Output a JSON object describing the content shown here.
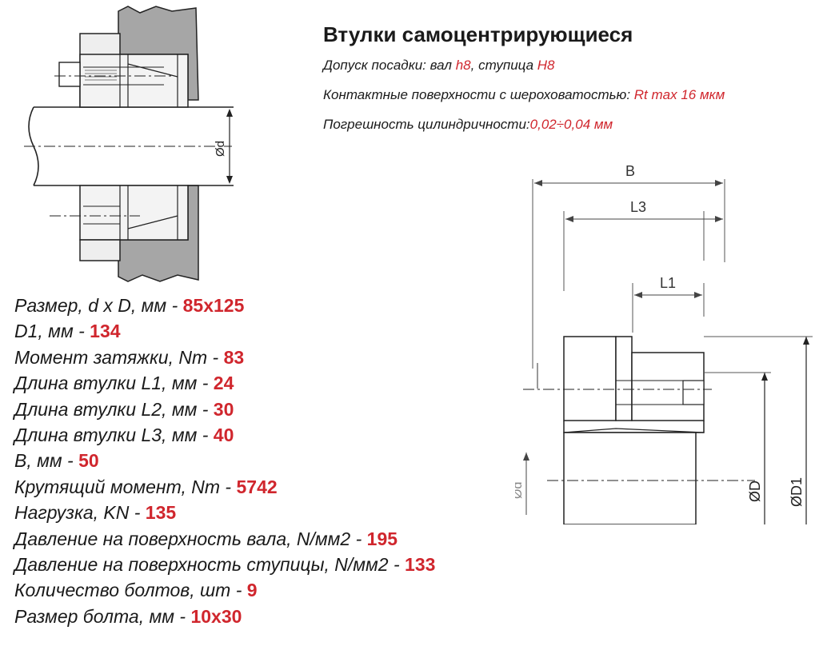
{
  "header": {
    "title": "Втулки самоцентрирующиеся",
    "fit_tolerance": {
      "label": "Допуск посадки: вал ",
      "shaft": "h8",
      "sep": ", ступица ",
      "hub": "H8"
    },
    "roughness": {
      "label": "Контактные поверхности с шероховатостью: ",
      "value": "Rt max 16 мкм"
    },
    "cylindricity": {
      "label": "Погрешность цилиндричности:",
      "value": "0,02÷0,04 мм"
    }
  },
  "specs": [
    {
      "label": "Размер, d x D, мм - ",
      "value": "85x125"
    },
    {
      "label": "D1, мм - ",
      "value": "134"
    },
    {
      "label": "Момент затяжки, Nm - ",
      "value": "83"
    },
    {
      "label": "Длина втулки L1, мм - ",
      "value": "24"
    },
    {
      "label": "Длина втулки L2, мм - ",
      "value": "30"
    },
    {
      "label": "Длина втулки L3, мм - ",
      "value": "40"
    },
    {
      "label": "B, мм - ",
      "value": "50"
    },
    {
      "label": "Крутящий момент, Nm - ",
      "value": "5742"
    },
    {
      "label": "Нагрузка, KN - ",
      "value": "135"
    },
    {
      "label": "Давление на поверхность вала, N/мм2 - ",
      "value": "195"
    },
    {
      "label": "Давление на поверхность ступицы, N/мм2 - ",
      "value": "133"
    },
    {
      "label": "Количество болтов, шт - ",
      "value": "9"
    },
    {
      "label": "Размер болта, мм - ",
      "value": "10x30"
    }
  ],
  "drawing_labels": {
    "shaft_diameter_left": "Ød",
    "B": "B",
    "L3": "L3",
    "L1": "L1",
    "shaft_diameter_right": "Ød",
    "D": "ØD",
    "D1": "ØD1"
  },
  "colors": {
    "accent": "#d0262d",
    "text": "#1a1a1a",
    "hatch": "#a6a6a6",
    "line": "#222222"
  }
}
